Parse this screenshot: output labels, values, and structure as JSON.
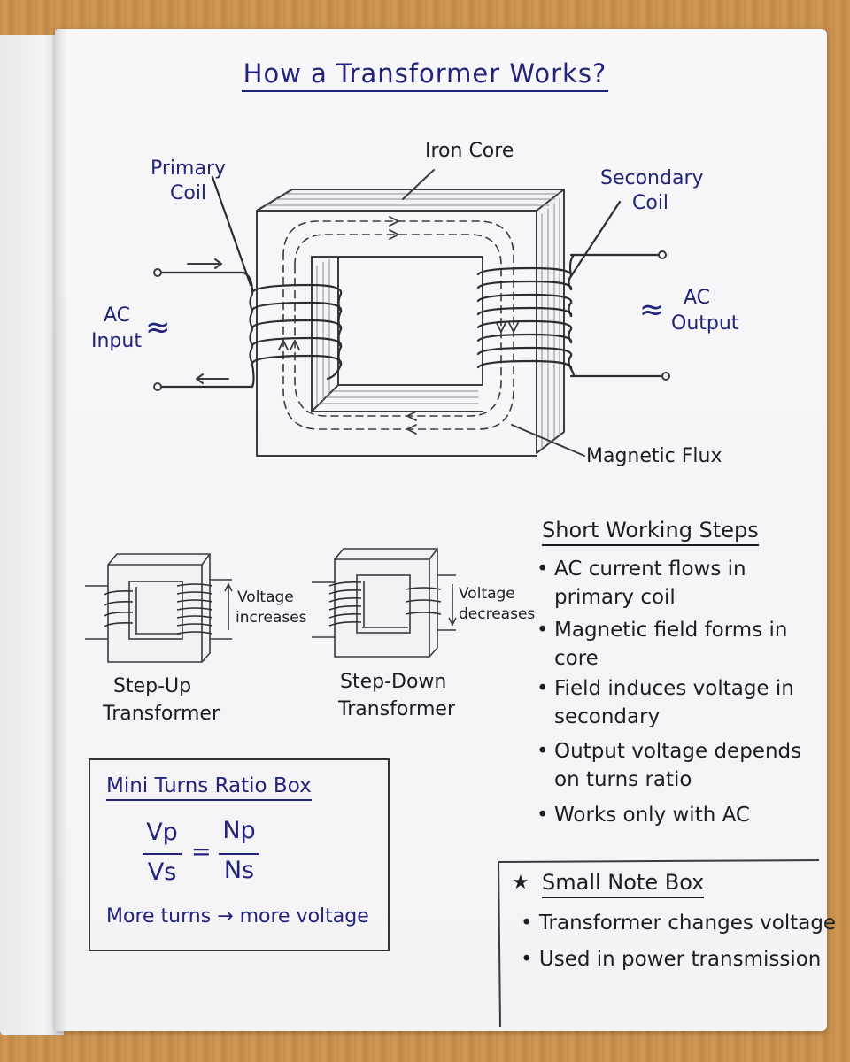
{
  "title": "How a Transformer Works?",
  "main_diagram": {
    "iron_core": "Iron Core",
    "primary_coil": [
      "Primary",
      "Coil"
    ],
    "secondary_coil": [
      "Secondary",
      "Coil"
    ],
    "ac_input": [
      "AC",
      "Input"
    ],
    "ac_output": [
      "AC",
      "Output"
    ],
    "magnetic_flux": "Magnetic Flux",
    "tilde": "≈"
  },
  "step_up": {
    "voltage_label": [
      "Voltage",
      "increases"
    ],
    "name": [
      "Step-Up",
      "Transformer"
    ]
  },
  "step_down": {
    "voltage_label": [
      "Voltage",
      "decreases"
    ],
    "name": [
      "Step-Down",
      "Transformer"
    ]
  },
  "working_steps": {
    "title": "Short Working Steps",
    "bullet": "•",
    "items": [
      "AC current flows in primary coil",
      "Magnetic field forms in core",
      "Field induces voltage in secondary",
      "Output voltage depends on turns ratio",
      "Works only with AC"
    ]
  },
  "ratio_box": {
    "title": "Mini Turns Ratio Box",
    "vp": "Vp",
    "vs": "Vs",
    "eq": "=",
    "np": "Np",
    "ns": "Ns",
    "note": "More turns → more voltage"
  },
  "note_box": {
    "star": "★",
    "title": "Small Note Box",
    "bullet": "•",
    "items": [
      "Transformer changes voltage",
      "Used in power transmission"
    ]
  }
}
